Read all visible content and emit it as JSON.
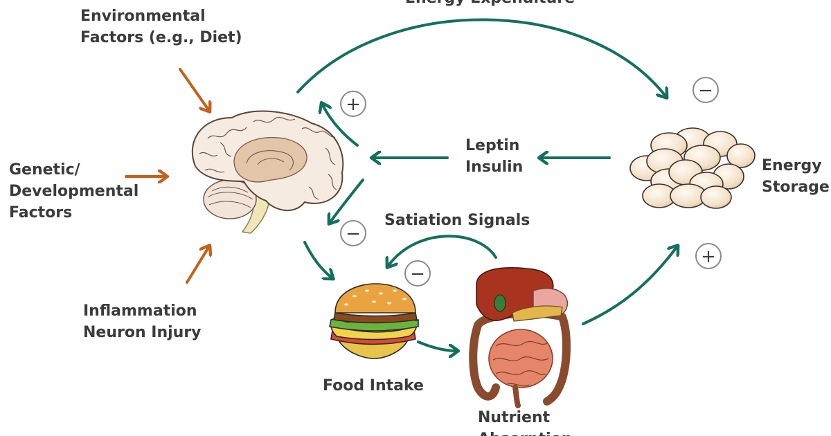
{
  "labels": {
    "energy_expenditure": "Energy Expenditure",
    "environmental": [
      "Environmental",
      "Factors (e.g., Diet)"
    ],
    "genetic": [
      "Genetic/",
      "Developmental",
      "Factors"
    ],
    "inflammation": [
      "Inflammation",
      "Neuron Injury"
    ],
    "leptin_insulin": [
      "Leptin",
      "Insulin"
    ],
    "satiation": "Satiation Signals",
    "food_intake": "Food Intake",
    "nutrient_absorption": [
      "Nutrient",
      "Absorption"
    ],
    "energy_storage": [
      "Energy",
      "Storage"
    ]
  },
  "signs": {
    "brain_expenditure": "+",
    "storage_expenditure": "−",
    "brain_food": "−",
    "satiation_food": "−",
    "absorption_storage": "+"
  },
  "colors": {
    "teal_arrow": "#13705f",
    "orange_arrow": "#c5611c",
    "text": "#3b3b3b",
    "sign_stroke": "#8a8a8a"
  },
  "icons": [
    "brain-illustration",
    "fat-cells-illustration",
    "burger-illustration",
    "digestive-system-illustration"
  ]
}
